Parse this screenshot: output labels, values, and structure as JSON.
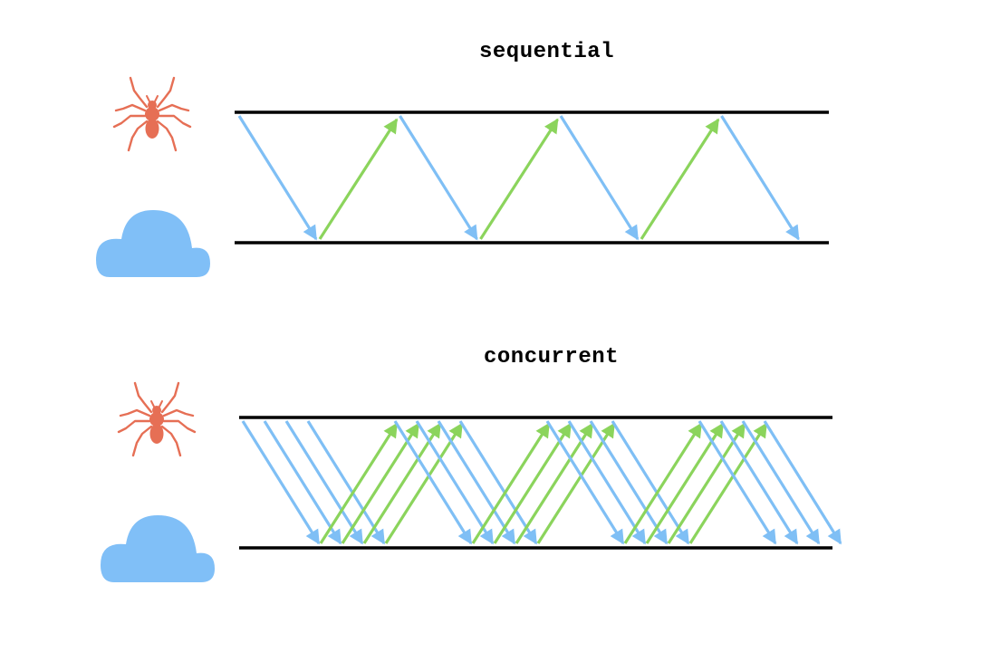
{
  "panels": [
    {
      "id": "sequential",
      "title": "sequential",
      "client_icon": "spider-icon",
      "server_icon": "cloud-icon",
      "request_groups": 4,
      "requests_per_group": 1,
      "response_groups": 3
    },
    {
      "id": "concurrent",
      "title": "concurrent",
      "client_icon": "spider-icon",
      "server_icon": "cloud-icon",
      "request_groups": 4,
      "requests_per_group": 4,
      "response_groups": 3
    }
  ],
  "colors": {
    "request": "#7fbff5",
    "response": "#8bd45c",
    "timeline": "#000000",
    "spider": "#e66f55",
    "cloud": "#80bff7"
  }
}
